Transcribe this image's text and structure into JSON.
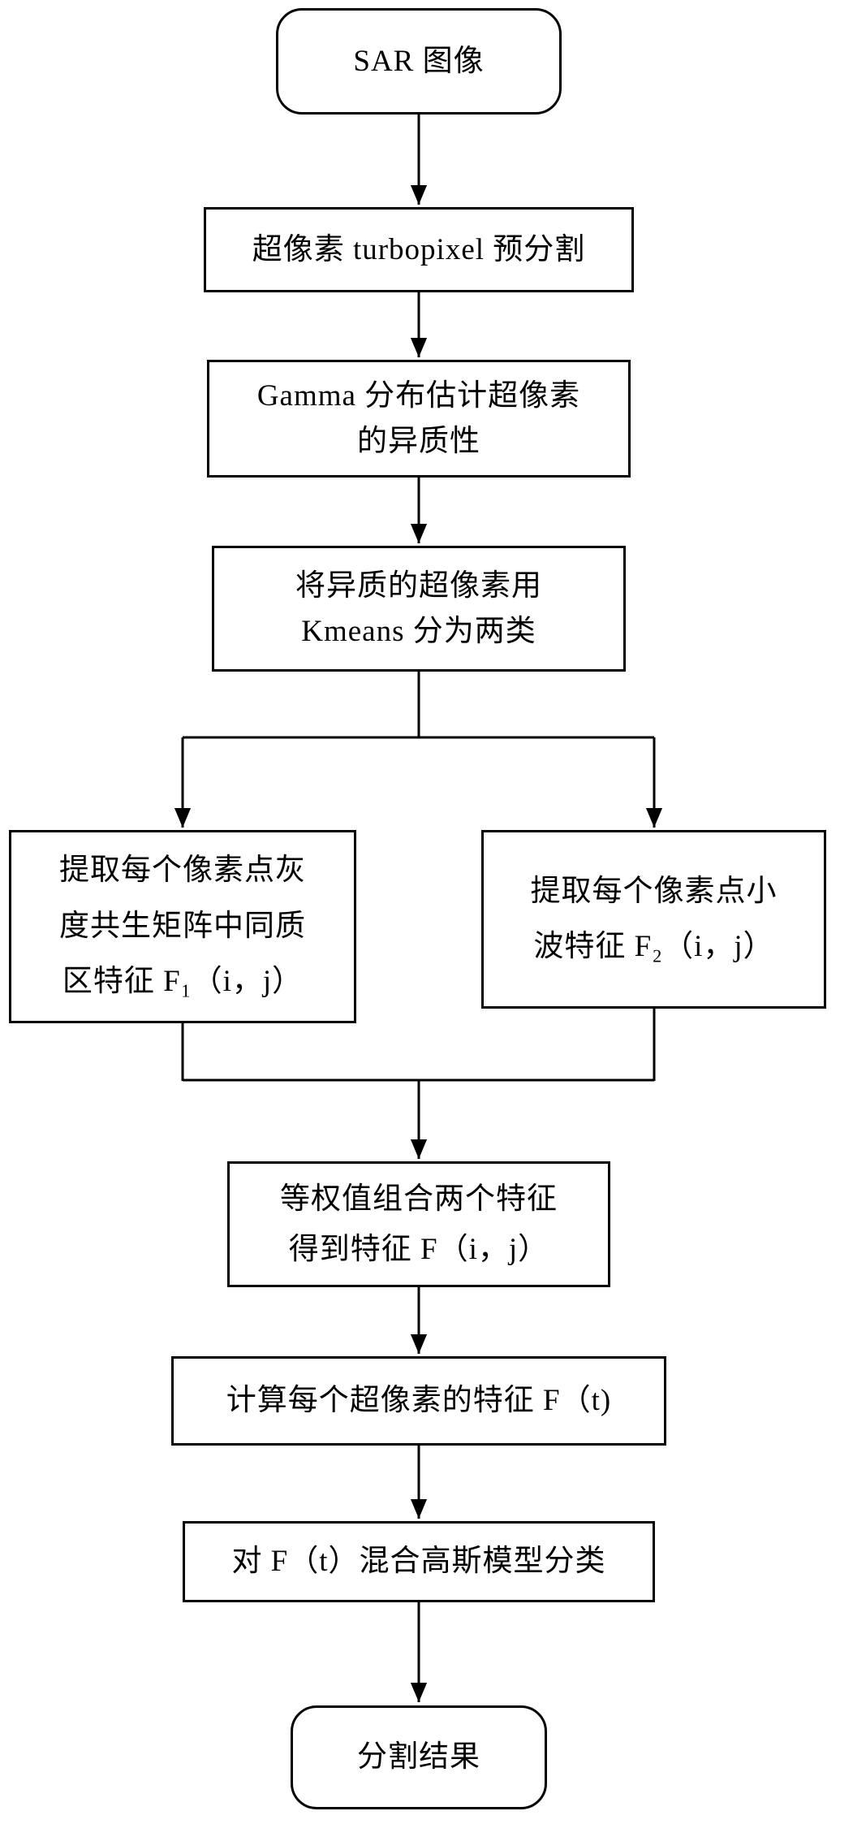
{
  "diagram_type": "flowchart",
  "colors": {
    "background": "#ffffff",
    "box_border": "#000000",
    "line": "#000000",
    "text": "#000000"
  },
  "nodes": {
    "start": {
      "shape": "rounded",
      "label": "SAR 图像"
    },
    "turbopixel": {
      "shape": "rect",
      "label": "超像素 turbopixel 预分割"
    },
    "gamma": {
      "shape": "rect",
      "line1": "Gamma 分布估计超像素",
      "line2": "的异质性"
    },
    "kmeans": {
      "shape": "rect",
      "line1": "将异质的超像素用",
      "line2": "Kmeans 分为两类"
    },
    "glcm": {
      "shape": "rect",
      "line1": "提取每个像素点灰",
      "line2": "度共生矩阵中同质",
      "line3": "区特征 F₁（i，j）"
    },
    "wavelet": {
      "shape": "rect",
      "line1": "提取每个像素点小",
      "line2": "波特征 F₂（i，j）"
    },
    "combine": {
      "shape": "rect",
      "line1": "等权值组合两个特征",
      "line2": "得到特征 F（i，j）"
    },
    "superpixel_feature": {
      "shape": "rect",
      "label": "计算每个超像素的特征 F（t)"
    },
    "gmm": {
      "shape": "rect",
      "label": "对 F（t）混合高斯模型分类"
    },
    "result": {
      "shape": "rounded",
      "label": "分割结果"
    }
  },
  "edges": [
    {
      "from": "start",
      "to": "turbopixel",
      "arrow": true
    },
    {
      "from": "turbopixel",
      "to": "gamma",
      "arrow": true
    },
    {
      "from": "gamma",
      "to": "kmeans",
      "arrow": true
    },
    {
      "from": "kmeans",
      "to": "glcm",
      "arrow": true
    },
    {
      "from": "kmeans",
      "to": "wavelet",
      "arrow": true
    },
    {
      "from": "glcm",
      "to": "combine",
      "arrow": true
    },
    {
      "from": "wavelet",
      "to": "combine",
      "arrow": true
    },
    {
      "from": "combine",
      "to": "superpixel_feature",
      "arrow": true
    },
    {
      "from": "superpixel_feature",
      "to": "gmm",
      "arrow": true
    },
    {
      "from": "gmm",
      "to": "result",
      "arrow": true
    }
  ]
}
